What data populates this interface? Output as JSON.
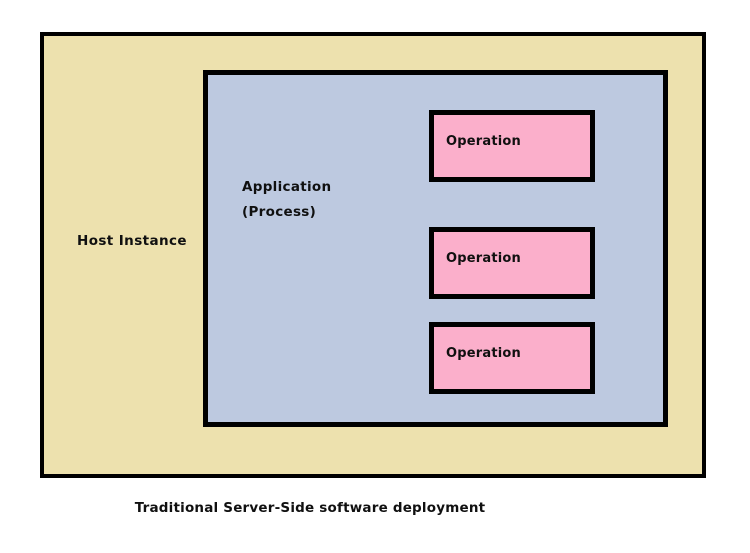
{
  "diagram": {
    "caption": "Traditional Server-Side software deployment",
    "colors": {
      "page_background": "#ffffff",
      "host_fill": "#ede1ae",
      "application_fill": "#bdc9e0",
      "operation_fill": "#fbafcb",
      "border": "#000000",
      "text": "#101010"
    },
    "host": {
      "label": "Host Instance"
    },
    "application": {
      "label_line_1": "Application",
      "label_line_2": "(Process)"
    },
    "operations": [
      {
        "label": "Operation"
      },
      {
        "label": "Operation"
      },
      {
        "label": "Operation"
      }
    ]
  }
}
